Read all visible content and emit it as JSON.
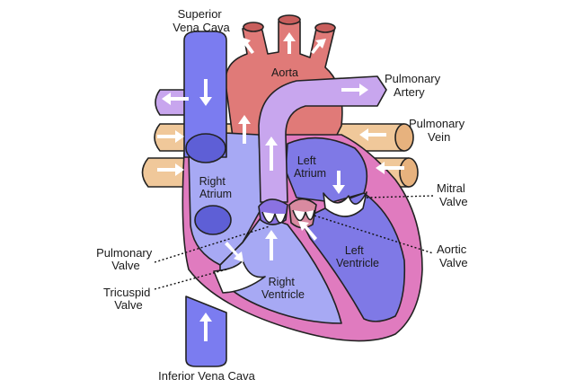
{
  "labels": {
    "superior_vena_cava": [
      "Superior",
      "Vena Cava"
    ],
    "aorta": "Aorta",
    "pulmonary_artery": [
      "Pulmonary",
      "Artery"
    ],
    "pulmonary_vein": [
      "Pulmonary",
      "Vein"
    ],
    "left_atrium": [
      "Left",
      "Atrium"
    ],
    "right_atrium": [
      "Right",
      "Atrium"
    ],
    "mitral_valve": [
      "Mitral",
      "Valve"
    ],
    "pulmonary_valve": [
      "Pulmonary",
      "Valve"
    ],
    "aortic_valve": [
      "Aortic",
      "Valve"
    ],
    "left_ventricle": [
      "Left",
      "Ventricle"
    ],
    "tricuspid_valve": [
      "Tricuspid",
      "Valve"
    ],
    "right_ventricle": [
      "Right",
      "Ventricle"
    ],
    "inferior_vena_cava": "Inferior Vena Cava"
  },
  "colors": {
    "vena_cava": "#7b7cf0",
    "aorta": "#e07a78",
    "pulmonary_artery": "#c8a6ee",
    "pulmonary_vein": "#f0c89a",
    "heart_wall": "#e07bbf",
    "right_chambers": "#a7a9f4",
    "left_chambers": "#7f79e6",
    "valve_pink": "#d98aa0"
  }
}
